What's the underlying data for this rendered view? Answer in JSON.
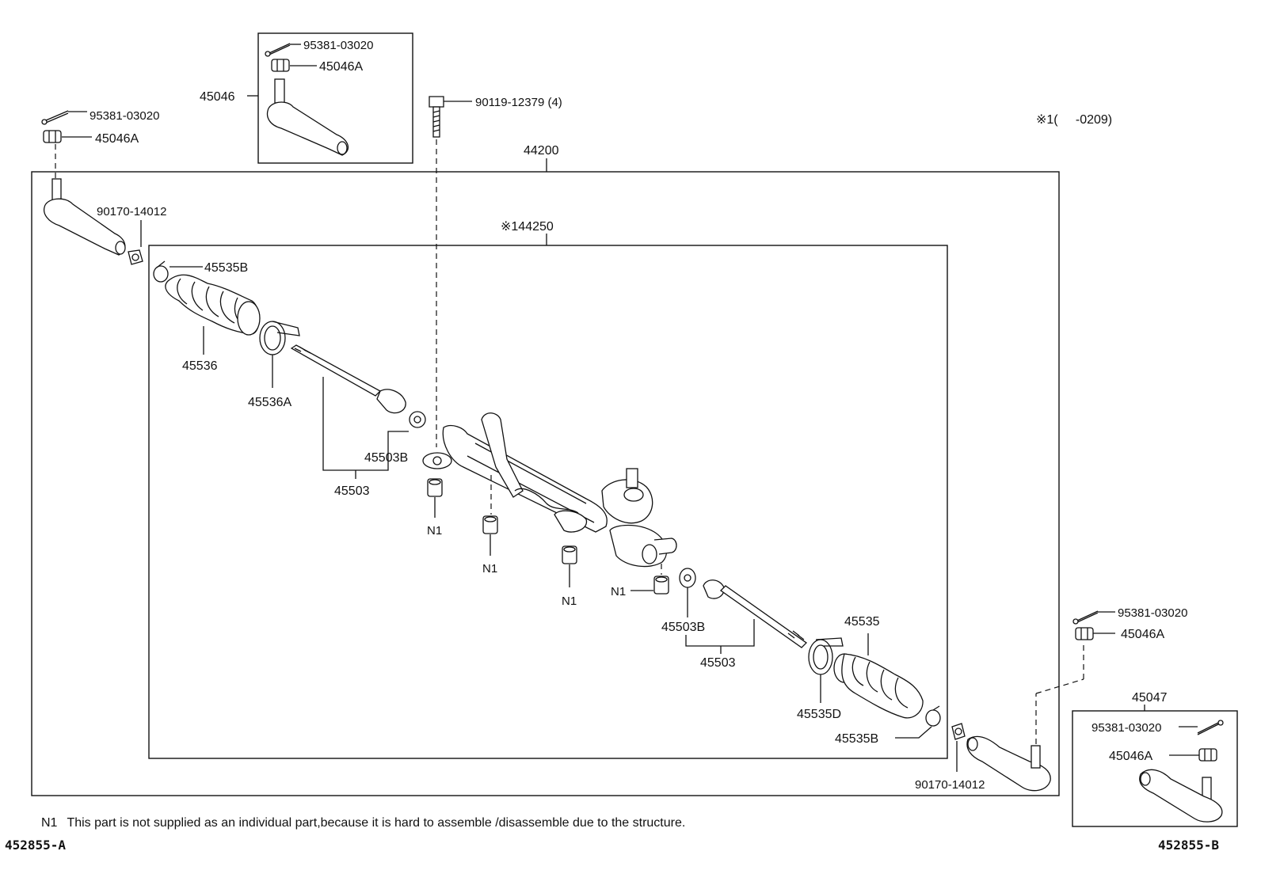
{
  "labels": {
    "p_95381_tl_box": "95381-03020",
    "p_45046A_tl_box": "45046A",
    "p_45046": "45046",
    "p_90119": "90119-12379 (4)",
    "p_95381_left": "95381-03020",
    "p_45046A_left": "45046A",
    "p_44200": "44200",
    "p_note1": "※1(     -0209)",
    "p_90170_left": "90170-14012",
    "p_144250": "※144250",
    "p_45535B_left": "45535B",
    "p_45536": "45536",
    "p_45536A": "45536A",
    "p_45503B_left": "45503B",
    "p_45503_left": "45503",
    "p_N1_a": "N1",
    "p_N1_b": "N1",
    "p_N1_c": "N1",
    "p_N1_d": "N1",
    "p_45503B_right": "45503B",
    "p_45503_right": "45503",
    "p_45535": "45535",
    "p_45535D": "45535D",
    "p_45535B_right": "45535B",
    "p_90170_right": "90170-14012",
    "p_95381_right": "95381-03020",
    "p_45046A_right": "45046A",
    "p_45047": "45047",
    "p_95381_br_box": "95381-03020",
    "p_45046A_br_box": "45046A"
  },
  "footnote": {
    "code": "N1",
    "text": "This part is not supplied as an individual part,because it is hard to assemble /disassemble due to the structure."
  },
  "diagram_codes": {
    "left": "452855-A",
    "right": "452855-B"
  }
}
